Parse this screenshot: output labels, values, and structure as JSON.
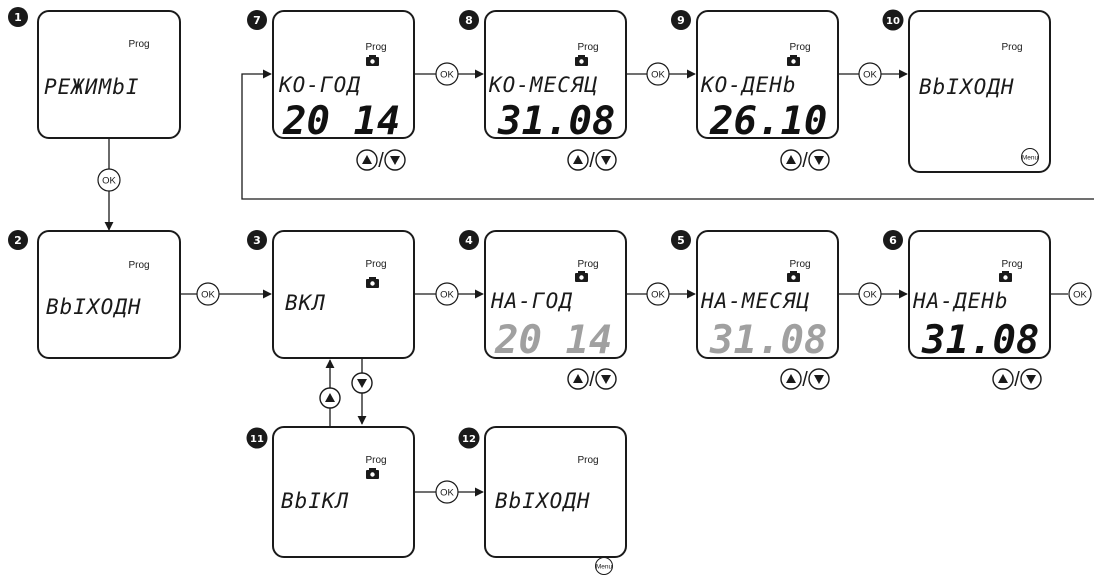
{
  "ok_label": "OK",
  "prog_label": "Prog",
  "menu_label": "Menu",
  "slash": "/",
  "screens": [
    {
      "num": "1",
      "text": "PEЖИMbI"
    },
    {
      "num": "2",
      "text": "BbIXOДH"
    },
    {
      "num": "3",
      "text": "BKЛ"
    },
    {
      "num": "4",
      "text": "HA-ГOД",
      "digits": "20 14"
    },
    {
      "num": "5",
      "text": "HA-MECЯЦ",
      "digits": "31.08"
    },
    {
      "num": "6",
      "text": "HA-ДEHb",
      "digits": "31.08"
    },
    {
      "num": "7",
      "text": "KO-ГOД",
      "digits": "20 14"
    },
    {
      "num": "8",
      "text": "KO-MECЯЦ",
      "digits": "31.08"
    },
    {
      "num": "9",
      "text": "KO-ДEHb",
      "digits": "26.10"
    },
    {
      "num": "10",
      "text": "BbIXOДH"
    },
    {
      "num": "11",
      "text": "BbIKЛ"
    },
    {
      "num": "12",
      "text": "BbIXOДH"
    }
  ]
}
